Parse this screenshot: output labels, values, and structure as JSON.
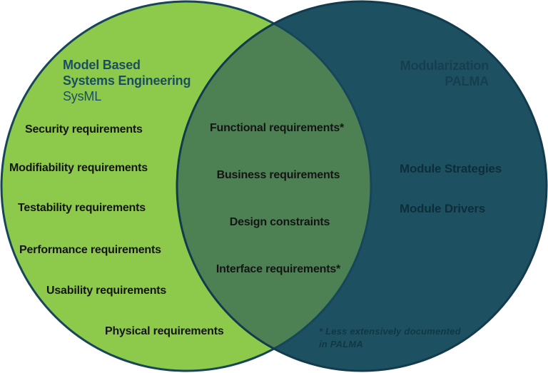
{
  "venn": {
    "left": {
      "title_line1": "Model Based",
      "title_line2": "Systems Engineering",
      "subtitle": "SysML",
      "items": [
        "Security requirements",
        "Modifiability requirements",
        "Testability requirements",
        "Performance requirements",
        "Usability requirements",
        "Physical requirements"
      ]
    },
    "overlap": {
      "items": [
        "Functional requirements*",
        "Business requirements",
        "Design constraints",
        "Interface requirements*"
      ]
    },
    "right": {
      "title": "Modularization",
      "subtitle": "PALMA",
      "items": [
        "Module Strategies",
        "Module Drivers"
      ]
    },
    "footnote_line1": "* Less extensively documented",
    "footnote_line2": "in PALMA"
  },
  "colors": {
    "left_fill": "#8dc94b",
    "right_fill": "#1d5162",
    "overlap_fill": "#4d8053",
    "circle_stroke": "#17465a",
    "left_title_text": "#1b4e66",
    "right_title_text": "#163e4e",
    "item_text": "#151515",
    "right_item_text": "#0d2d39",
    "footnote_text": "#113744"
  }
}
